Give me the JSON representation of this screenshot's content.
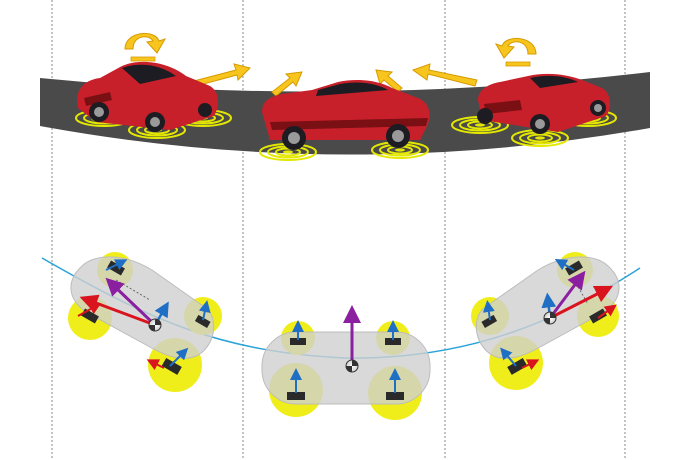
{
  "diagram": {
    "panels": [
      "left-turn-entry",
      "straight-mid",
      "right-turn-exit"
    ],
    "colors": {
      "background": "#ffffff",
      "road": "#4a4a4a",
      "car_body": "#c8202a",
      "car_dark": "#7a0f14",
      "glass": "#1c1c22",
      "arrow_yellow": "#f7c51e",
      "arrow_yellow_stroke": "#d59b00",
      "contact_ring": "#e4e800",
      "wheel_zone": "#f0ee1a",
      "ghost_car": "#cfcfcf",
      "path_line": "#29a3d8",
      "force_blue": "#1f6fc4",
      "force_red": "#d9141e",
      "force_purple": "#8a1fa0",
      "guide_line": "#777777"
    },
    "icons": [
      "rotation-arrow-icon",
      "direction-arrow-icon",
      "center-of-gravity-icon",
      "tire-icon"
    ]
  }
}
